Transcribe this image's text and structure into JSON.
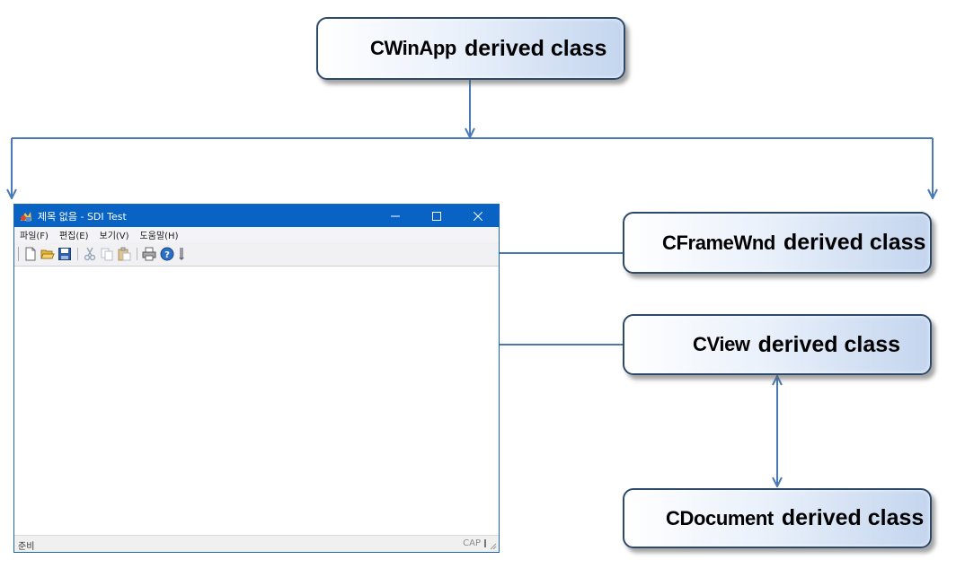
{
  "classes": {
    "cwinapp": {
      "name": "CWinApp",
      "suffix": "derived class"
    },
    "cframewnd": {
      "name": "CFrameWnd",
      "suffix": "derived class"
    },
    "cview": {
      "name": "CView",
      "suffix": "derived class"
    },
    "cdocument": {
      "name": "CDocument",
      "suffix": "derived class"
    }
  },
  "sdi_window": {
    "title": "제목 없음 - SDI Test",
    "menu": [
      "파일(F)",
      "편집(E)",
      "보기(V)",
      "도움말(H)"
    ],
    "toolbar_icons": [
      "new-file-icon",
      "open-folder-icon",
      "save-disk-icon",
      "cut-scissors-icon",
      "copy-icon",
      "paste-icon",
      "print-icon",
      "help-icon"
    ],
    "status": {
      "ready": "준비",
      "cap": "CAP"
    }
  },
  "colors": {
    "connector": "#4a7ab5",
    "box_border": "#2e4a6b",
    "titlebar": "#0963c4"
  }
}
